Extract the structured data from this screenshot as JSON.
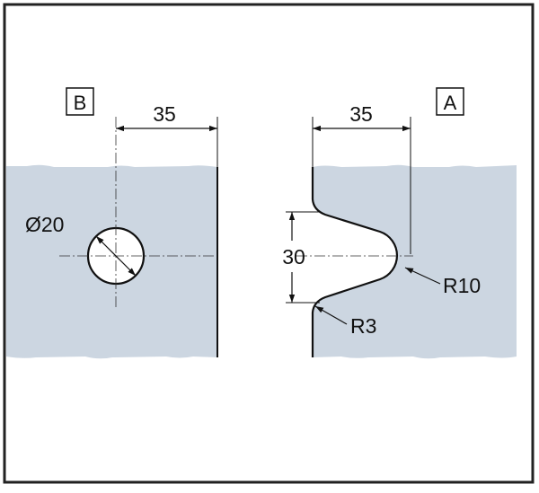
{
  "labels": {
    "view_b": "B",
    "view_a": "A",
    "width_b": "35",
    "width_a": "35",
    "hole_diameter": "Ø20",
    "slot_height": "30",
    "slot_radius": "R10",
    "corner_radius": "R3"
  },
  "colors": {
    "glass_fill": "#ccd6e1",
    "line": "#111111",
    "border": "#222222"
  }
}
